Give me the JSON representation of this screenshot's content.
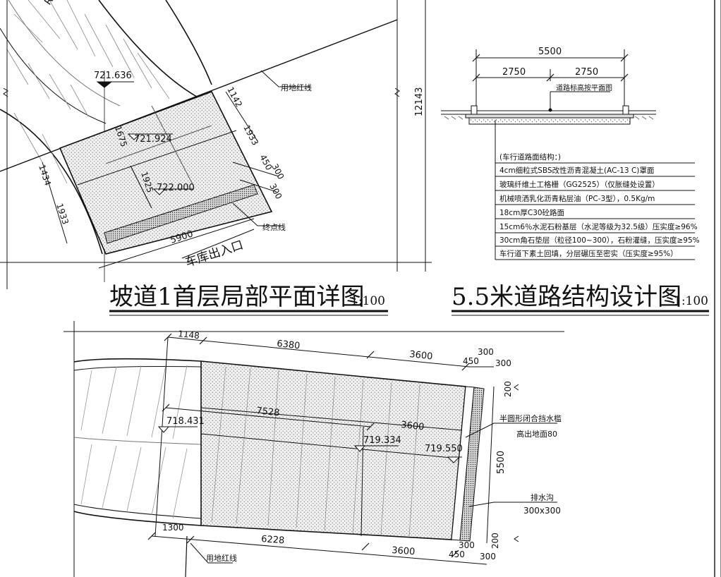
{
  "top_left": {
    "title": "坡道1首层局部平面详图",
    "scale": "1:100",
    "elev_1": "721.636",
    "elev_2": "721.924",
    "elev_3": "722.000",
    "dim_1142": "1142",
    "dim_1933_a": "1933",
    "dim_1675": "1675",
    "dim_1925": "1925",
    "dim_450": "450",
    "dim_300_a": "300",
    "dim_300_b": "300",
    "dim_1434": "1434",
    "dim_1933_b": "1933",
    "dim_5900": "5900",
    "dim_12143": "12143",
    "label_redline": "用地红线",
    "label_endline": "终点线",
    "label_exit": "车库出入口",
    "glyph_r": "R"
  },
  "top_right": {
    "title": "5.5米道路结构设计图",
    "scale": "1:100",
    "dim_total": "5500",
    "dim_left": "2750",
    "dim_right": "2750",
    "label_elev": "道路标高按平面图",
    "layers": [
      "(车行道路面结构：)",
      "4cm细粒式SBS改性沥青混凝土(AC-13 C)罩面",
      "玻璃纤维土工格栅（GG2525）（仅胀缝处设置）",
      "机械喷洒乳化沥青粘层油（PC-3型），0.5Kg/m",
      "18cm厚C30砼路面",
      "15cm6％水泥石粉基层（水泥等级为32.5级）压实度≥96%",
      "30cm角石垫层（粒径100~300），石粉灌缝，压实度≥95%",
      "车行道下素土回填，分层碾压至密实（压实度≥95%）"
    ]
  },
  "bottom": {
    "dim_1148": "1148",
    "dim_6380": "6380",
    "dim_3600_top": "3600",
    "dim_450_top": "450",
    "dim_300_top_a": "300",
    "dim_300_top_b": "300",
    "dim_200_top": "200",
    "dim_7528": "7528",
    "dim_3600_mid": "3600",
    "elev_718": "718.431",
    "elev_719_334": "719.334",
    "elev_719_550": "719.550",
    "label_sill": "半圆形闭合挡水槛",
    "label_sill_2": "高出地面80",
    "dim_5500": "5500",
    "label_drain": "排水沟",
    "label_drain_size": "300x300",
    "dim_1300": "1300",
    "dim_6228": "6228",
    "dim_3600_bot": "3600",
    "dim_300_bot_a": "300",
    "dim_450_bot": "450",
    "dim_300_bot_b": "300",
    "dim_200_bot": "200",
    "label_redline": "用地红线"
  }
}
